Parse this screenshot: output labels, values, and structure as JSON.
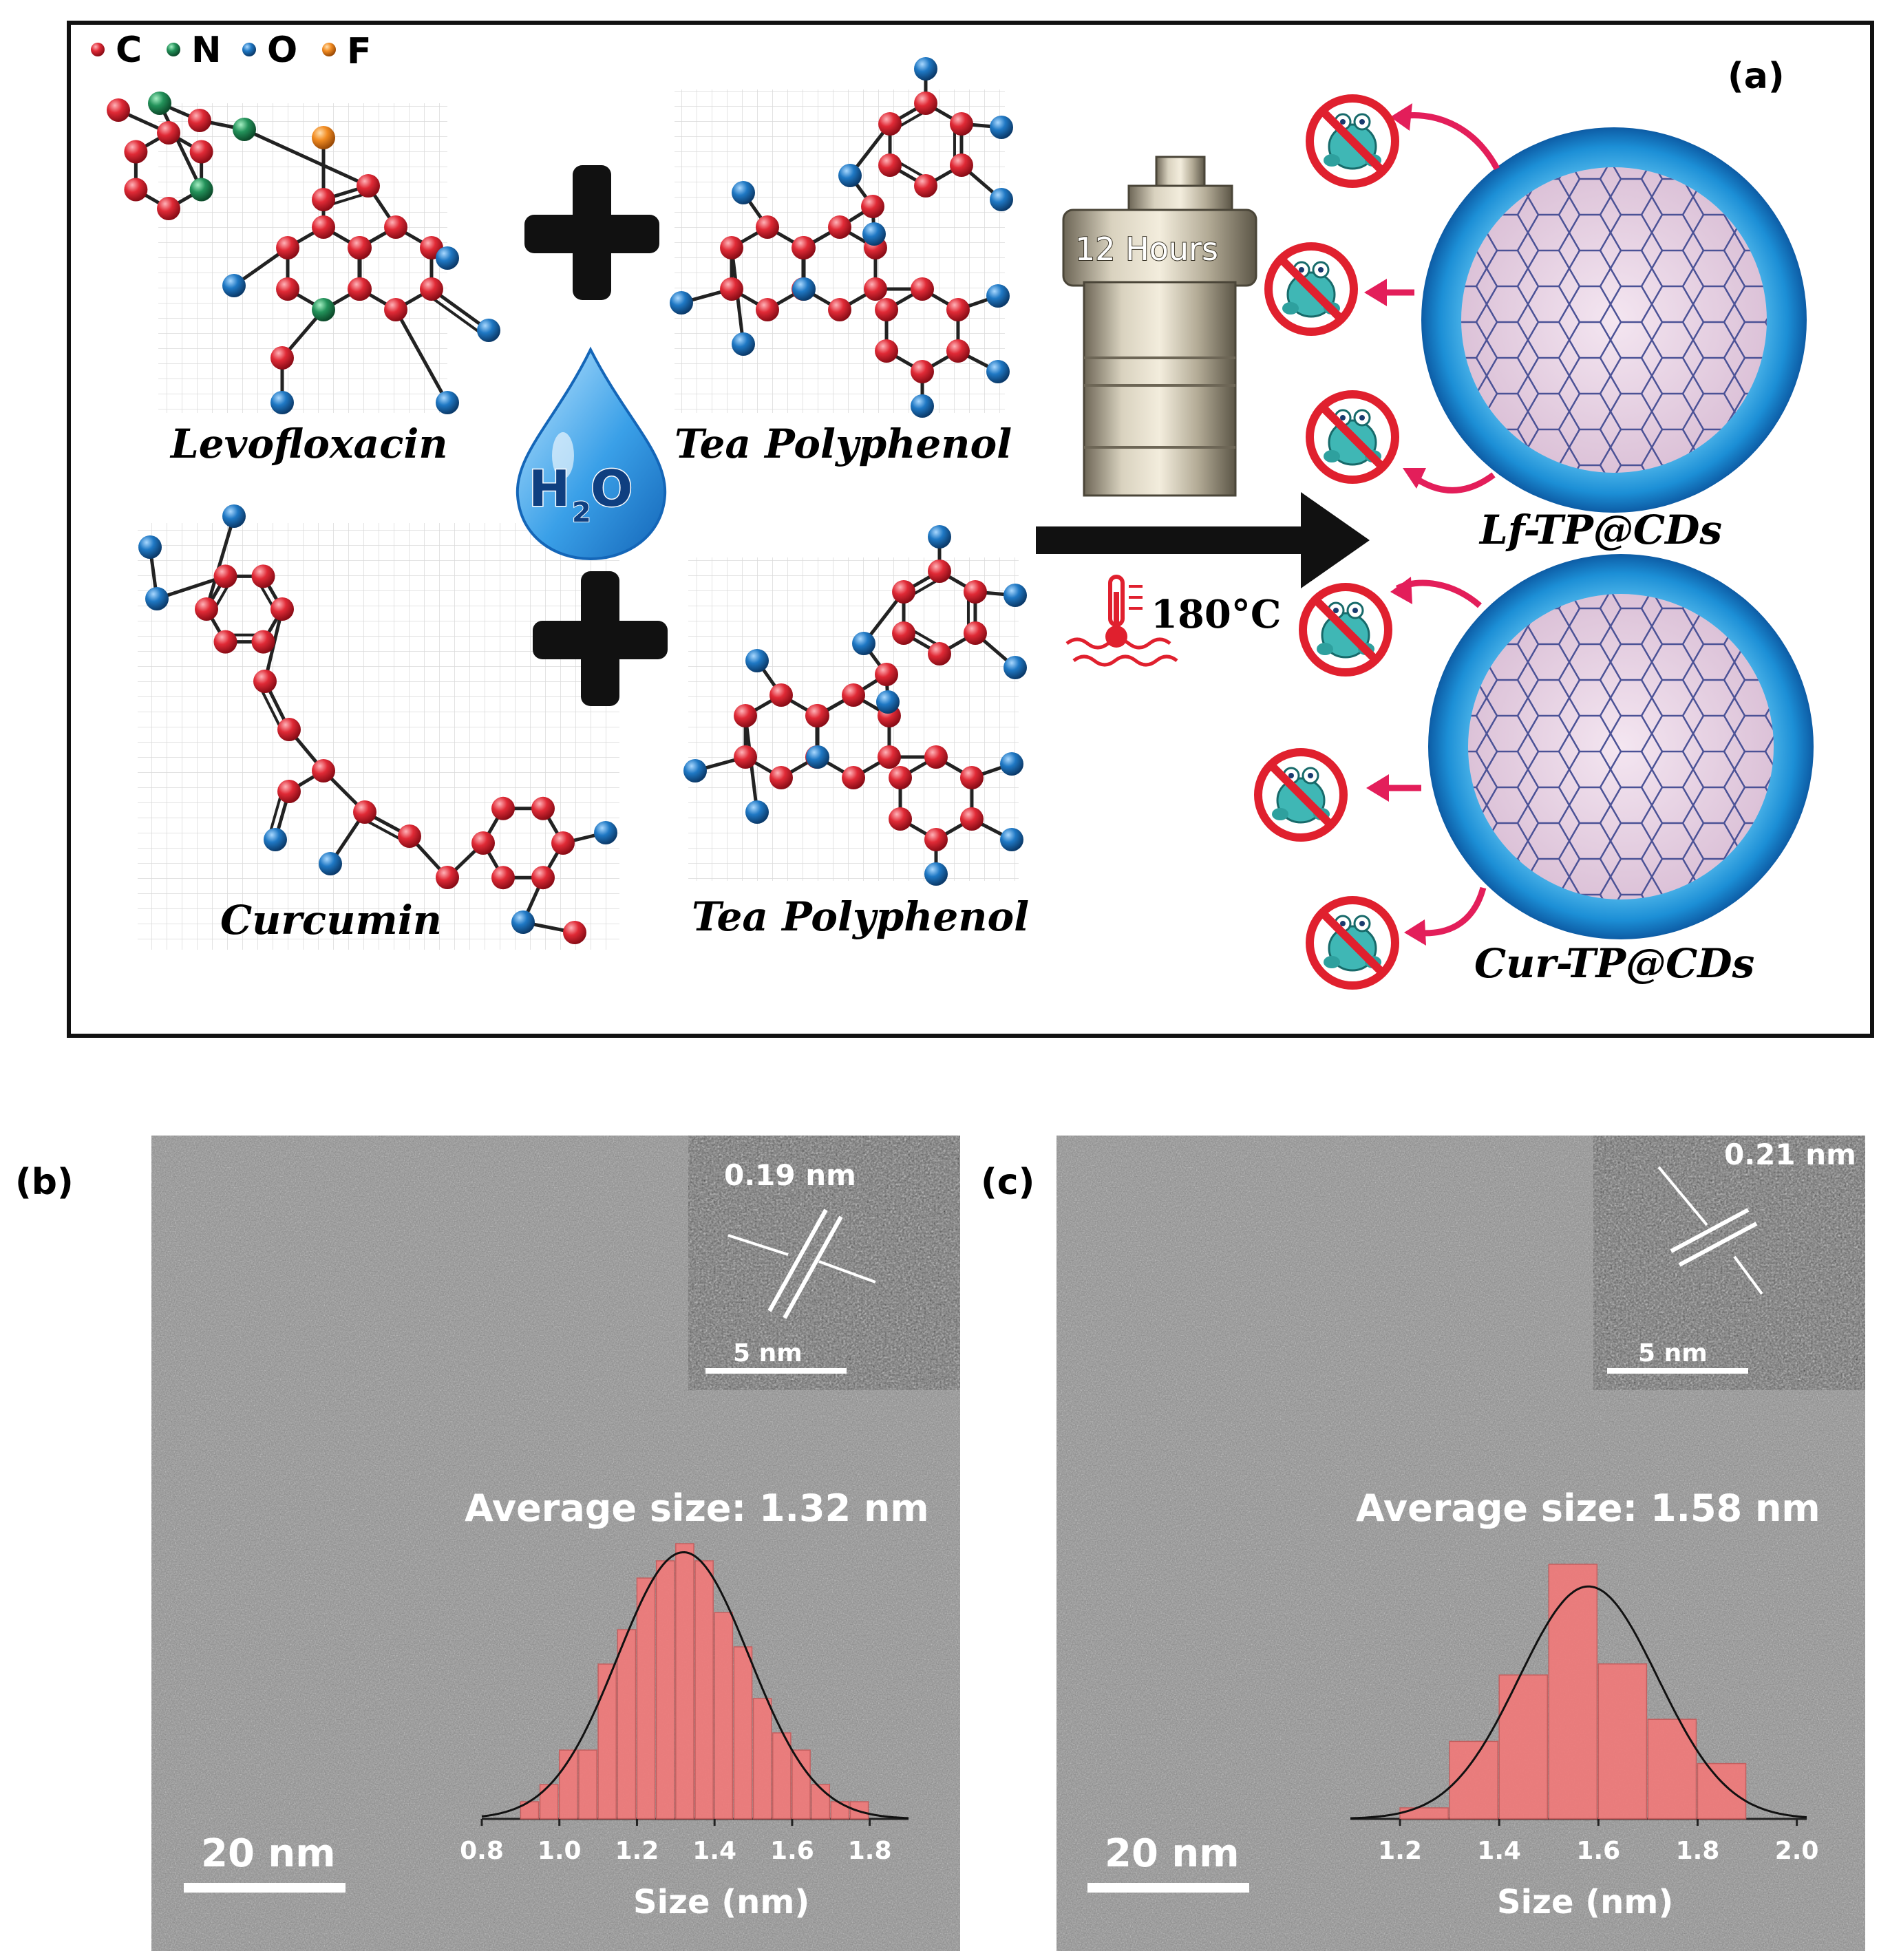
{
  "legend": {
    "c": "C",
    "n": "N",
    "o": "O",
    "f": "F"
  },
  "colors": {
    "carbon": "#d8232f",
    "nitrogen": "#1f8a4c",
    "oxygen": "#1a6fb8",
    "fluorine": "#f08a24",
    "bond": "#222222",
    "shell_blue": "#1c8fd6",
    "core_pink": "#e9d6e6",
    "hex_line": "#4b5296",
    "prohibit": "#e0202e",
    "arrow_pink": "#e31e5a",
    "hist_fill": "#f07a7a",
    "tem_bg": "#8f8f8f"
  },
  "panel_a": {
    "label": "(a)",
    "levofloxacin": "Levofloxacin",
    "tea_polyphenol_1": "Tea Polyphenol",
    "curcumin": "Curcumin",
    "tea_polyphenol_2": "Tea Polyphenol",
    "water_h": "H",
    "water_sub": "2",
    "water_o": "O",
    "autoclave_label": "12 Hours",
    "temperature": "180°C",
    "product_1": "Lf-TP@CDs",
    "product_2": "Cur-TP@CDs"
  },
  "panel_b": {
    "label": "(b)",
    "lattice": "0.19 nm",
    "inset_scale": "5 nm",
    "scale_bar": "20 nm",
    "average": "Average size: 1.32 nm",
    "xlabel": "Size (nm)"
  },
  "panel_c": {
    "label": "(c)",
    "lattice": "0.21 nm",
    "inset_scale": "5 nm",
    "scale_bar": "20 nm",
    "average": "Average size: 1.58 nm",
    "xlabel": "Size (nm)"
  },
  "chart_data": [
    {
      "type": "bar",
      "panel": "b",
      "xlabel": "Size (nm)",
      "title": "Average size: 1.32 nm",
      "x_ticks": [
        0.8,
        1.0,
        1.2,
        1.4,
        1.6,
        1.8
      ],
      "xlim": [
        0.8,
        1.9
      ],
      "bin_width": 0.05,
      "bins": [
        0.9,
        0.95,
        1.0,
        1.05,
        1.1,
        1.15,
        1.2,
        1.25,
        1.3,
        1.35,
        1.4,
        1.45,
        1.5,
        1.55,
        1.6,
        1.65,
        1.7,
        1.75
      ],
      "values": [
        1,
        2,
        4,
        4,
        9,
        11,
        14,
        15,
        16,
        15,
        12,
        10,
        7,
        5,
        4,
        2,
        1,
        1
      ],
      "fit": {
        "mean": 1.32,
        "sigma": 0.17,
        "peak": 15.5
      }
    },
    {
      "type": "bar",
      "panel": "c",
      "xlabel": "Size (nm)",
      "title": "Average size: 1.58 nm",
      "x_ticks": [
        1.2,
        1.4,
        1.6,
        1.8,
        2.0
      ],
      "xlim": [
        1.1,
        2.02
      ],
      "bin_width": 0.1,
      "bins": [
        1.2,
        1.3,
        1.4,
        1.5,
        1.6,
        1.7,
        1.8
      ],
      "values": [
        1,
        7,
        13,
        23,
        14,
        9,
        5
      ],
      "fit": {
        "mean": 1.58,
        "sigma": 0.14,
        "peak": 21
      }
    }
  ]
}
